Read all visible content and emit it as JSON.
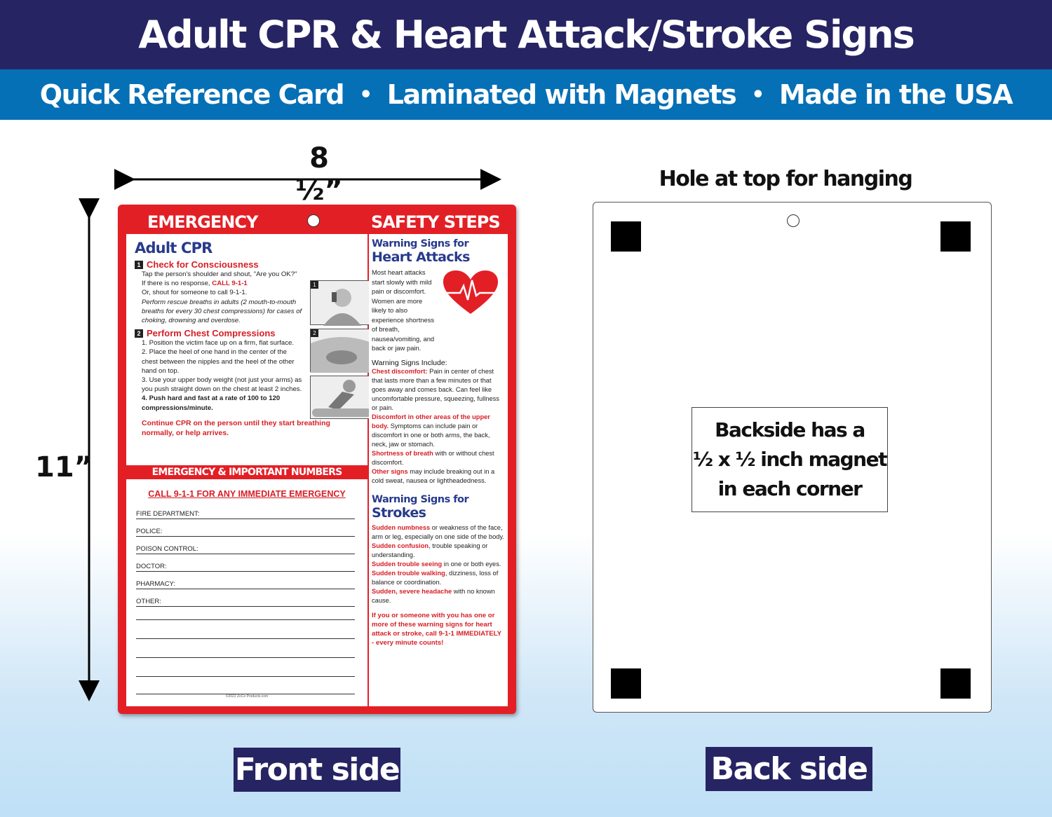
{
  "banner": {
    "title": "Adult CPR & Heart Attack/Stroke Signs",
    "features": [
      "Quick Reference Card",
      "Laminated with Magnets",
      "Made in the USA"
    ],
    "separator": "•"
  },
  "dimensions": {
    "width_label": "8 ½”",
    "height_label": "11”"
  },
  "front_card": {
    "header_left": "EMERGENCY",
    "header_right": "SAFETY STEPS",
    "cpr": {
      "title": "Adult CPR",
      "step1_title": "Check for Consciousness",
      "step1_lines": [
        "Tap the person's shoulder and shout, \"Are you OK?\"",
        "If there is no response, ",
        "CALL 9-1-1",
        "Or, shout for someone to call 9-1-1."
      ],
      "step1_italic": "Perform rescue breaths in adults (2 mouth-to-mouth breaths for every 30 chest compressions) for cases of choking, drowning and overdose.",
      "step2_title": "Perform Chest Compressions",
      "step2_items": [
        "1. Position the victim face up on a firm, flat surface.",
        "2. Place the heel of one hand in the center of the chest between the nipples and the heel of the other hand on top.",
        "3. Use your upper body weight (not just your arms) as you push straight down on the chest at least 2 inches.",
        "4. Push hard and fast at a rate of 100 to 120 compressions/minute."
      ],
      "continue_note": "Continue CPR on the person until they start breathing normally, or help arrives.",
      "image_tags": [
        "1",
        "2"
      ]
    },
    "numbers": {
      "header": "EMERGENCY & IMPORTANT NUMBERS",
      "call_line": "CALL 9-1-1 FOR ANY IMMEDIATE EMERGENCY",
      "fields": [
        "FIRE DEPARTMENT:",
        "POLICE:",
        "POISON CONTROL:",
        "DOCTOR:",
        "PHARMACY:",
        "OTHER:"
      ],
      "copyright": "©2022 ZoCo Products.com"
    },
    "heart": {
      "title_small": "Warning Signs for",
      "title_big": "Heart Attacks",
      "intro": "Most heart attacks start slowly with mild pain or discomfort. Women are more likely to also experience shortness of breath, nausea/vomiting, and back or jaw pain.",
      "signs_header": "Warning Signs Include:",
      "signs": [
        {
          "lead": "Chest discomfort:",
          "text": " Pain in center of chest that lasts more than a few minutes or that goes away and comes back. Can feel like uncomfortable pressure, squeezing, fullness or pain."
        },
        {
          "lead": "Discomfort in other areas of the upper body.",
          "text": " Symptoms can include pain or discomfort in one or both arms, the back, neck, jaw or stomach."
        },
        {
          "lead": "Shortness of breath",
          "text": " with or without chest discomfort."
        },
        {
          "lead": "Other signs",
          "text": " may include breaking out in a cold sweat, nausea or lightheadedness."
        }
      ]
    },
    "stroke": {
      "title_small": "Warning Signs for",
      "title_big": "Strokes",
      "signs": [
        {
          "lead": "Sudden numbness",
          "text": " or weakness of the face, arm or leg, especially on one side of the body."
        },
        {
          "lead": "Sudden confusion",
          "text": ", trouble speaking or understanding."
        },
        {
          "lead": "Sudden trouble seeing",
          "text": " in one or both eyes."
        },
        {
          "lead": "Sudden trouble walking",
          "text": ", dizziness, loss of balance or coordination."
        },
        {
          "lead": "Sudden, severe headache",
          "text": " with no known cause."
        }
      ],
      "call_note": "If you or someone with you has one or more of these warning signs for heart attack or stroke, call 9-1-1 IMMEDIATELY - every minute counts!"
    }
  },
  "back_card": {
    "hole_label": "Hole at top for hanging",
    "magnet_lines": [
      "Backside has a",
      "½ x ½ inch magnet",
      "in each corner"
    ]
  },
  "labels": {
    "front": "Front side",
    "back": "Back side"
  },
  "colors": {
    "navy": "#272463",
    "blue": "#0670b6",
    "red": "#e31f26",
    "title_blue": "#273a8c"
  }
}
